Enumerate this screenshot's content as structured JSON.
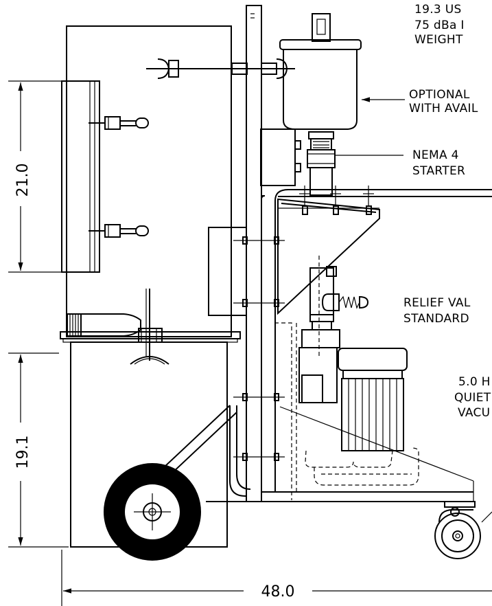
{
  "specs": {
    "line1": "19.3 US",
    "line2": "75 dBa I",
    "line3": "WEIGHT"
  },
  "callouts": {
    "optional_line1": "OPTIONAL",
    "optional_line2": "WITH AVAIL",
    "nema_line1": "NEMA 4",
    "nema_line2": "STARTER",
    "relief_line1": "RELIEF VAL",
    "relief_line2": "STANDARD",
    "motor_line1": "5.0 H",
    "motor_line2": "QUIET",
    "motor_line3": "VACU"
  },
  "dimensions": {
    "upper_height": "21.0",
    "lower_height": "19.1",
    "overall_width": "48.0"
  }
}
